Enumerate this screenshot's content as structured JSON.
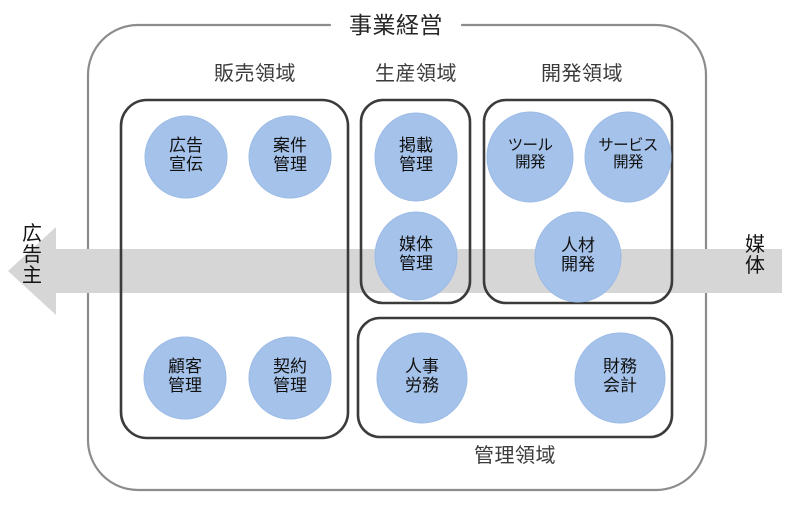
{
  "diagram": {
    "title": "事業経営",
    "palette": {
      "node_fill": "#A5C2EA",
      "node_stroke": "#92B4E3",
      "group_stroke": "#3B3B3B",
      "outer_stroke": "#8C8C8C",
      "flow_band": "#D6D6D6",
      "text": "#111111"
    },
    "flow": {
      "left_label": "広告主",
      "left_label_chars": [
        "広",
        "告",
        "主"
      ],
      "right_label": "媒体",
      "right_label_chars": [
        "媒",
        "体"
      ],
      "direction": "right-to-left"
    },
    "groups": [
      {
        "id": "sales",
        "caption": "販売領域",
        "caption_position": "top",
        "nodes": [
          {
            "id": "ad-promotion",
            "line1": "広告",
            "line2": "宣伝"
          },
          {
            "id": "case-management",
            "line1": "案件",
            "line2": "管理"
          },
          {
            "id": "customer-management",
            "line1": "顧客",
            "line2": "管理"
          },
          {
            "id": "contract-management",
            "line1": "契約",
            "line2": "管理"
          }
        ]
      },
      {
        "id": "production",
        "caption": "生産領域",
        "caption_position": "top",
        "nodes": [
          {
            "id": "listing-management",
            "line1": "掲載",
            "line2": "管理"
          },
          {
            "id": "media-management",
            "line1": "媒体",
            "line2": "管理"
          }
        ]
      },
      {
        "id": "development",
        "caption": "開発領域",
        "caption_position": "top",
        "nodes": [
          {
            "id": "tool-development",
            "line1": "ツール",
            "line2": "開発"
          },
          {
            "id": "service-development",
            "line1": "サービス",
            "line2": "開発"
          },
          {
            "id": "talent-development",
            "line1": "人材",
            "line2": "開発"
          }
        ]
      },
      {
        "id": "administration",
        "caption": "管理領域",
        "caption_position": "bottom",
        "nodes": [
          {
            "id": "hr-labor",
            "line1": "人事",
            "line2": "労務"
          },
          {
            "id": "finance-accounting",
            "line1": "財務",
            "line2": "会計"
          }
        ]
      }
    ]
  }
}
